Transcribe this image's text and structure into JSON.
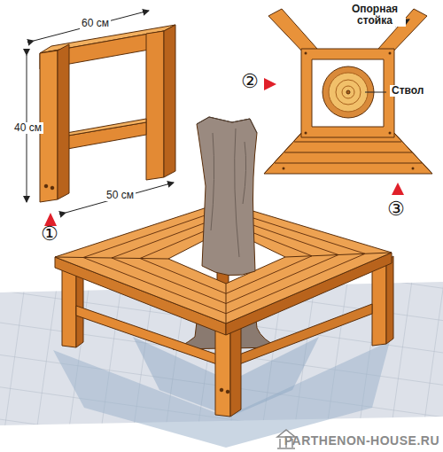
{
  "diagram": {
    "labels": [
      "60 см",
      "40 см",
      "50 см",
      "①",
      "Опорная стойка",
      "Ствол",
      "②",
      "③",
      "PARTHENON-HOUSE.RU"
    ]
  }
}
